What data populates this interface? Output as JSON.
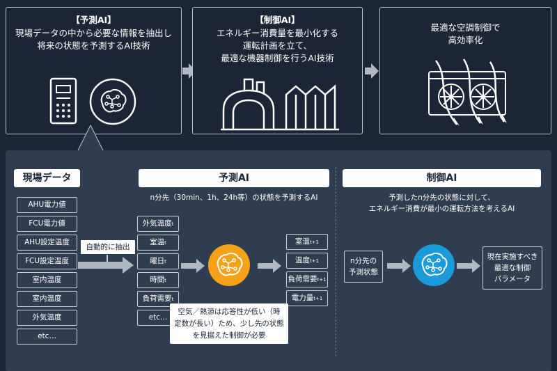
{
  "top": {
    "predict_card": {
      "title": "【予測AI】",
      "lines": "現場データの中から必要な情報を抽出し\n将来の状態を予測するAI技術"
    },
    "control_card": {
      "title": "【制御AI】",
      "lines": "エネルギー消費量を最小化する\n運転計画を立て、\n最適な機器制御を行うAI技術"
    },
    "result_card": {
      "lines": "最適な空調制御で\n高効率化"
    }
  },
  "bottom": {
    "field_data": {
      "header": "現場データ",
      "items": [
        "AHU電力値",
        "FCU電力値",
        "AHU設定温度",
        "FCU設定温度",
        "室内温度",
        "室内温度",
        "外気温度",
        "etc…"
      ]
    },
    "extract_label": "自動的に抽出",
    "predict": {
      "header": "予測AI",
      "desc": "n分先（30min、1h、24h等）の状態を予測するAI",
      "inputs": [
        {
          "label": "外気温度",
          "sub": "t"
        },
        {
          "label": "室温",
          "sub": "t"
        },
        {
          "label": "曜日",
          "sub": "t"
        },
        {
          "label": "時間",
          "sub": "t"
        },
        {
          "label": "負荷需要",
          "sub": "t"
        },
        {
          "label": "etc…",
          "sub": ""
        }
      ],
      "outputs": [
        {
          "label": "室温",
          "sub": "t+1"
        },
        {
          "label": "温度",
          "sub": "t+1"
        },
        {
          "label": "負荷需要",
          "sub": "t+1"
        },
        {
          "label": "電力量",
          "sub": "t+1"
        }
      ],
      "note": "空気／熱源は応答性が低い（時\n定数が長い）ため、少し先の状態\nを見据えた制御が必要"
    },
    "control": {
      "header": "制御AI",
      "desc": "予測したn分先の状態に対して、\nエネルギー消費が最小の運転方法を考えるAI",
      "input": "n分先の\n予測状態",
      "output": "現在実施すべき\n最適な制御\nパラメータ"
    }
  },
  "colors": {
    "background": "#1b2536",
    "panel": "#303c50",
    "predict_ai": "#f5a21b",
    "control_ai": "#1a9ad8",
    "arrow": "#b0b8c4"
  }
}
